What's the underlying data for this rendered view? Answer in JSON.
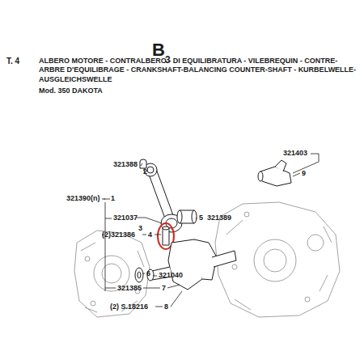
{
  "diagram": {
    "title": "ALBERO MOTORE - CONTRALBERO - DI EQUILIBRATURA - VILEBREQUIN - CONTRE-ARBRE D'EQUILIBRAGE - CRANKSHAFT-BALANCING COUNTER-SHAFT - KURBELWELLE-AUSGLEICHSWELLE",
    "labels": [
      "B",
      "3",
      "T. 4",
      "Mod. 350 DAKOTA",
      "321403",
      "9",
      "321388",
      "2",
      "321390(n)",
      "1",
      "321037",
      "3",
      "5",
      "321389",
      "(2)321386",
      "4",
      "6",
      "321040",
      "321385",
      "7",
      "(2) S.18216",
      "8"
    ]
  }
}
